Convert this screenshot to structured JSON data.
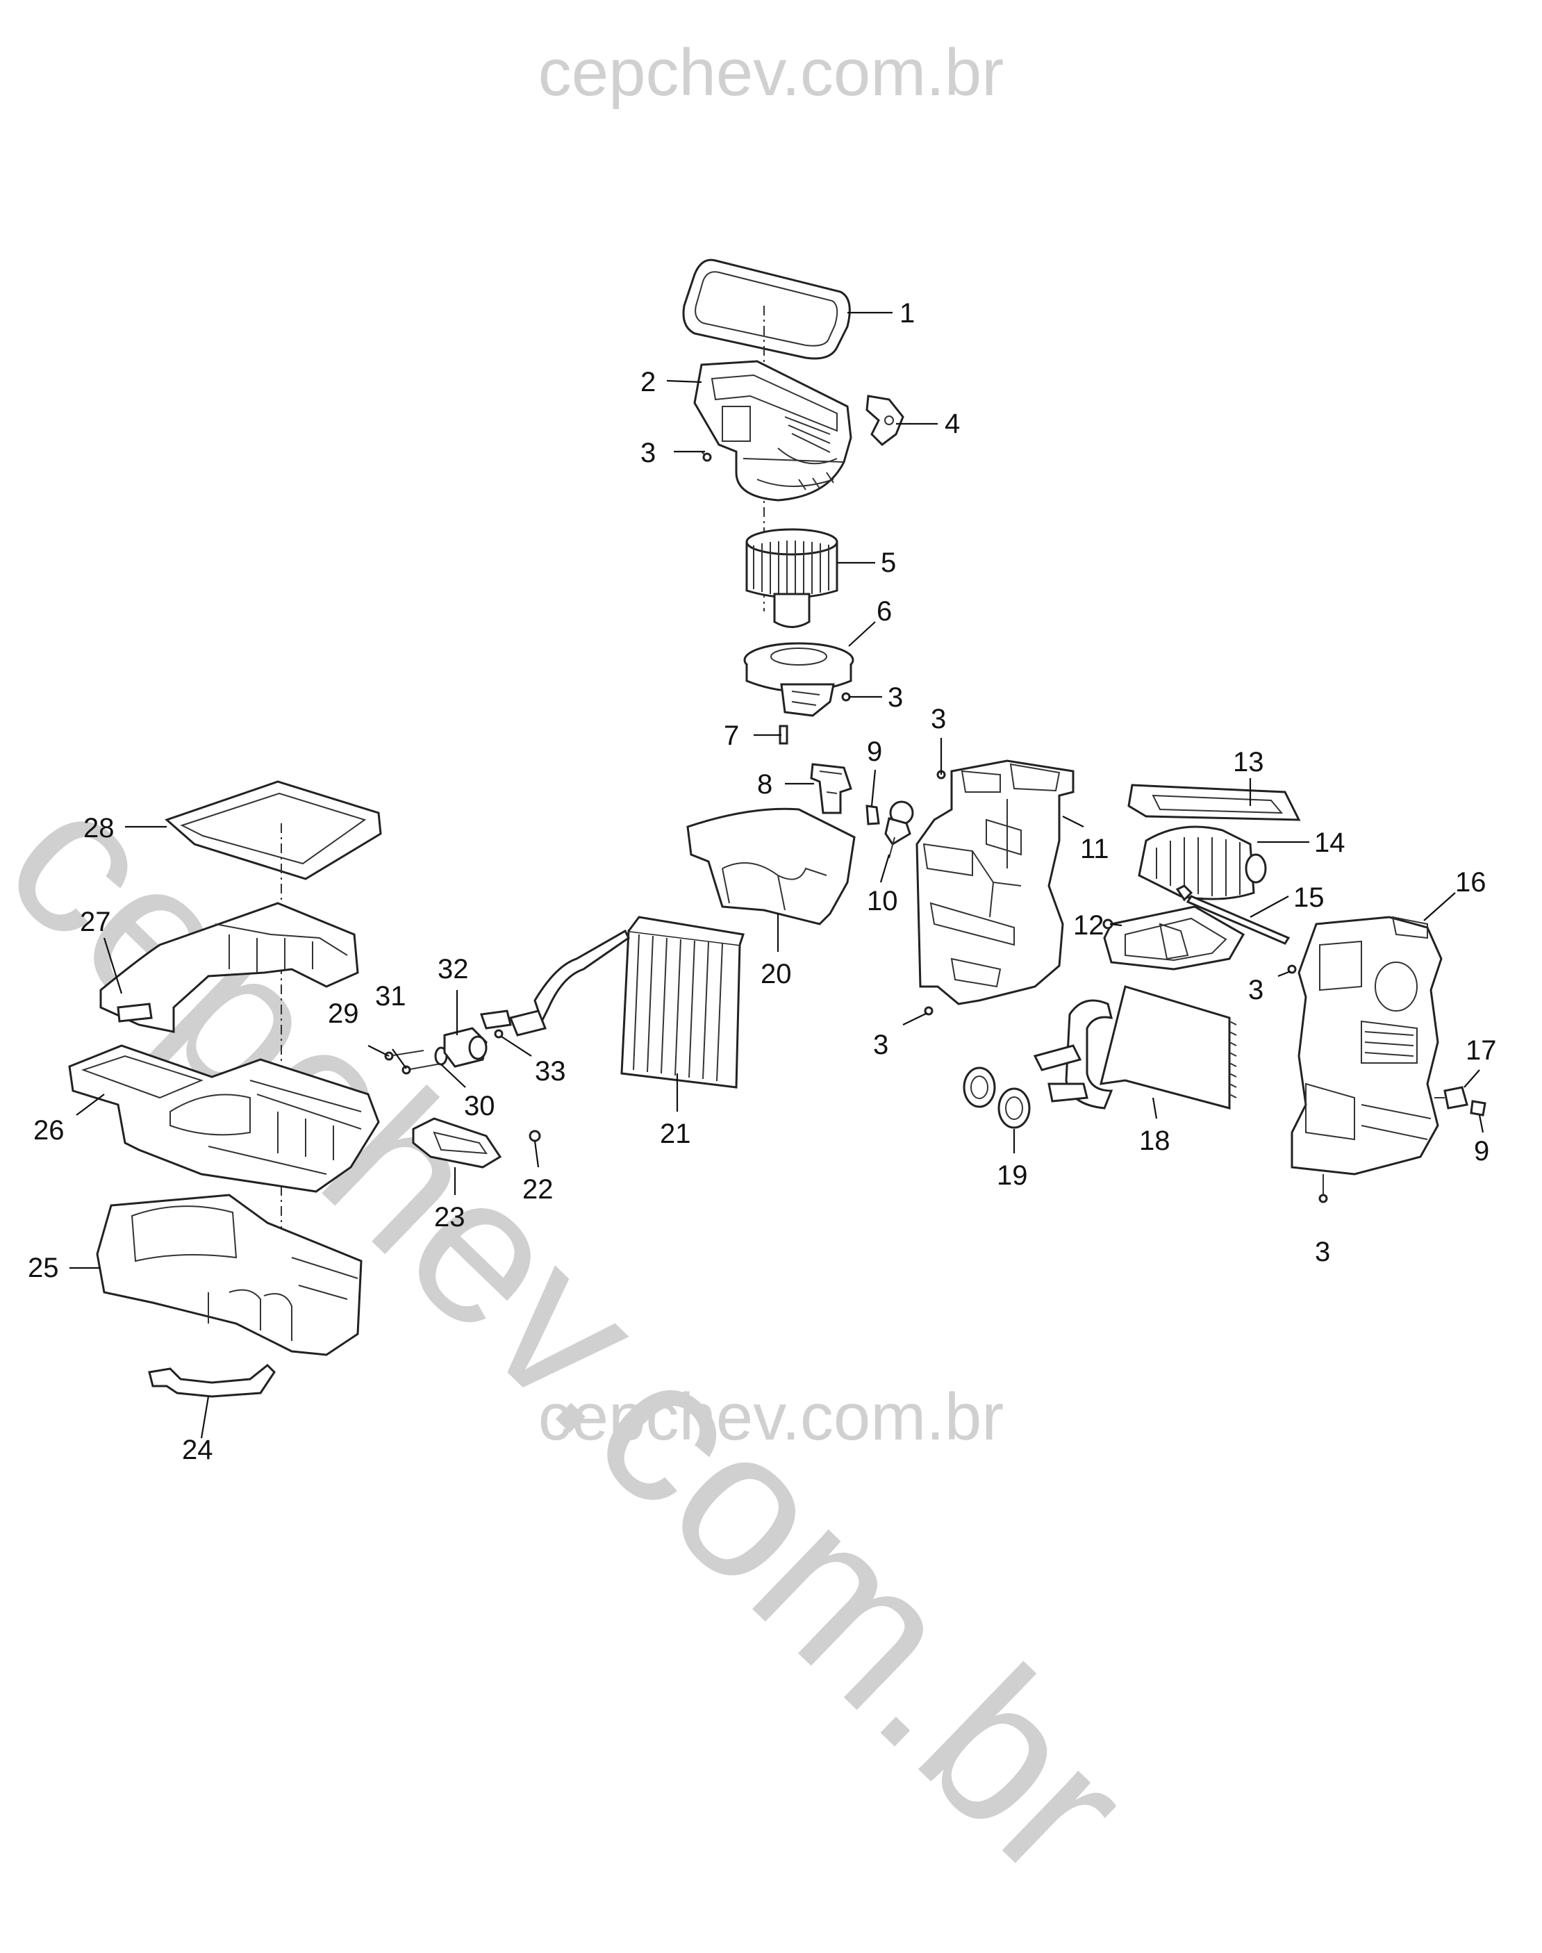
{
  "watermark": {
    "top": "cepchev.com.br",
    "bottom": "cepchev.com.br",
    "diagonal": "cepchev.com.br"
  },
  "callouts": [
    {
      "id": "c1",
      "label": "1"
    },
    {
      "id": "c2",
      "label": "2"
    },
    {
      "id": "c3a",
      "label": "3"
    },
    {
      "id": "c4",
      "label": "4"
    },
    {
      "id": "c5",
      "label": "5"
    },
    {
      "id": "c6",
      "label": "6"
    },
    {
      "id": "c3b",
      "label": "3"
    },
    {
      "id": "c7",
      "label": "7"
    },
    {
      "id": "c3c",
      "label": "3"
    },
    {
      "id": "c9a",
      "label": "9"
    },
    {
      "id": "c8",
      "label": "8"
    },
    {
      "id": "c10",
      "label": "10"
    },
    {
      "id": "c11",
      "label": "11"
    },
    {
      "id": "c13",
      "label": "13"
    },
    {
      "id": "c14",
      "label": "14"
    },
    {
      "id": "c15",
      "label": "15"
    },
    {
      "id": "c12",
      "label": "12"
    },
    {
      "id": "c16",
      "label": "16"
    },
    {
      "id": "c3d",
      "label": "3"
    },
    {
      "id": "c17",
      "label": "17"
    },
    {
      "id": "c9b",
      "label": "9"
    },
    {
      "id": "c3e",
      "label": "3"
    },
    {
      "id": "c3f",
      "label": "3"
    },
    {
      "id": "c18",
      "label": "18"
    },
    {
      "id": "c19",
      "label": "19"
    },
    {
      "id": "c20",
      "label": "20"
    },
    {
      "id": "c21",
      "label": "21"
    },
    {
      "id": "c22",
      "label": "22"
    },
    {
      "id": "c23",
      "label": "23"
    },
    {
      "id": "c24",
      "label": "24"
    },
    {
      "id": "c25",
      "label": "25"
    },
    {
      "id": "c26",
      "label": "26"
    },
    {
      "id": "c27",
      "label": "27"
    },
    {
      "id": "c28",
      "label": "28"
    },
    {
      "id": "c29",
      "label": "29"
    },
    {
      "id": "c30",
      "label": "30"
    },
    {
      "id": "c31",
      "label": "31"
    },
    {
      "id": "c32",
      "label": "32"
    },
    {
      "id": "c33",
      "label": "33"
    }
  ]
}
